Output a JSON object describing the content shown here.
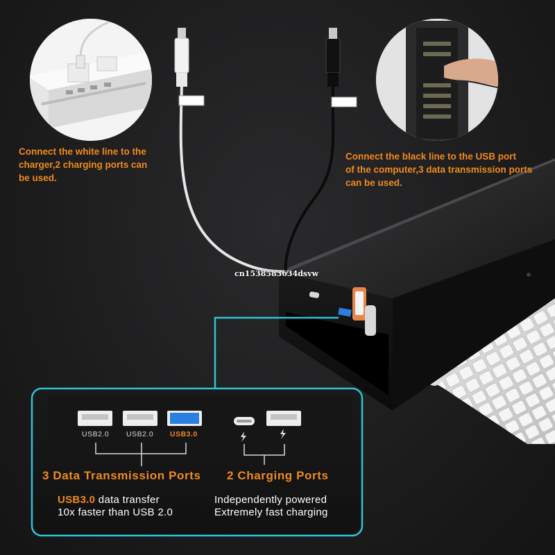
{
  "watermark": "cn1538583634dsvw",
  "callouts": {
    "left": [
      "Connect the white line to the",
      "charger,2 charging ports can",
      "be used."
    ],
    "right": [
      "Connect the black line to the USB port",
      "of the computer,3 data transmission ports",
      "can be used."
    ]
  },
  "panel": {
    "ports": [
      {
        "label": "USB2.0",
        "kind": "usb-a"
      },
      {
        "label": "USB2.0",
        "kind": "usb-a"
      },
      {
        "label": "USB3.0",
        "kind": "usb-a-blue"
      },
      {
        "label": "",
        "kind": "usb-c"
      },
      {
        "label": "",
        "kind": "usb-a"
      }
    ],
    "data_heading": "3 Data Transmission Ports",
    "charging_heading": "2 Charging Ports",
    "data_desc": {
      "highlight": "USB3.0",
      "rest_line1": " data transfer",
      "line2": "10x faster than USB 2.0"
    },
    "charging_desc": {
      "line1": "Independently powered",
      "line2": "Extremely fast charging"
    }
  },
  "colors": {
    "accent": "#f08a1e",
    "callout_line": "#2ec4d6",
    "usb3_blue": "#2a7fe0"
  }
}
